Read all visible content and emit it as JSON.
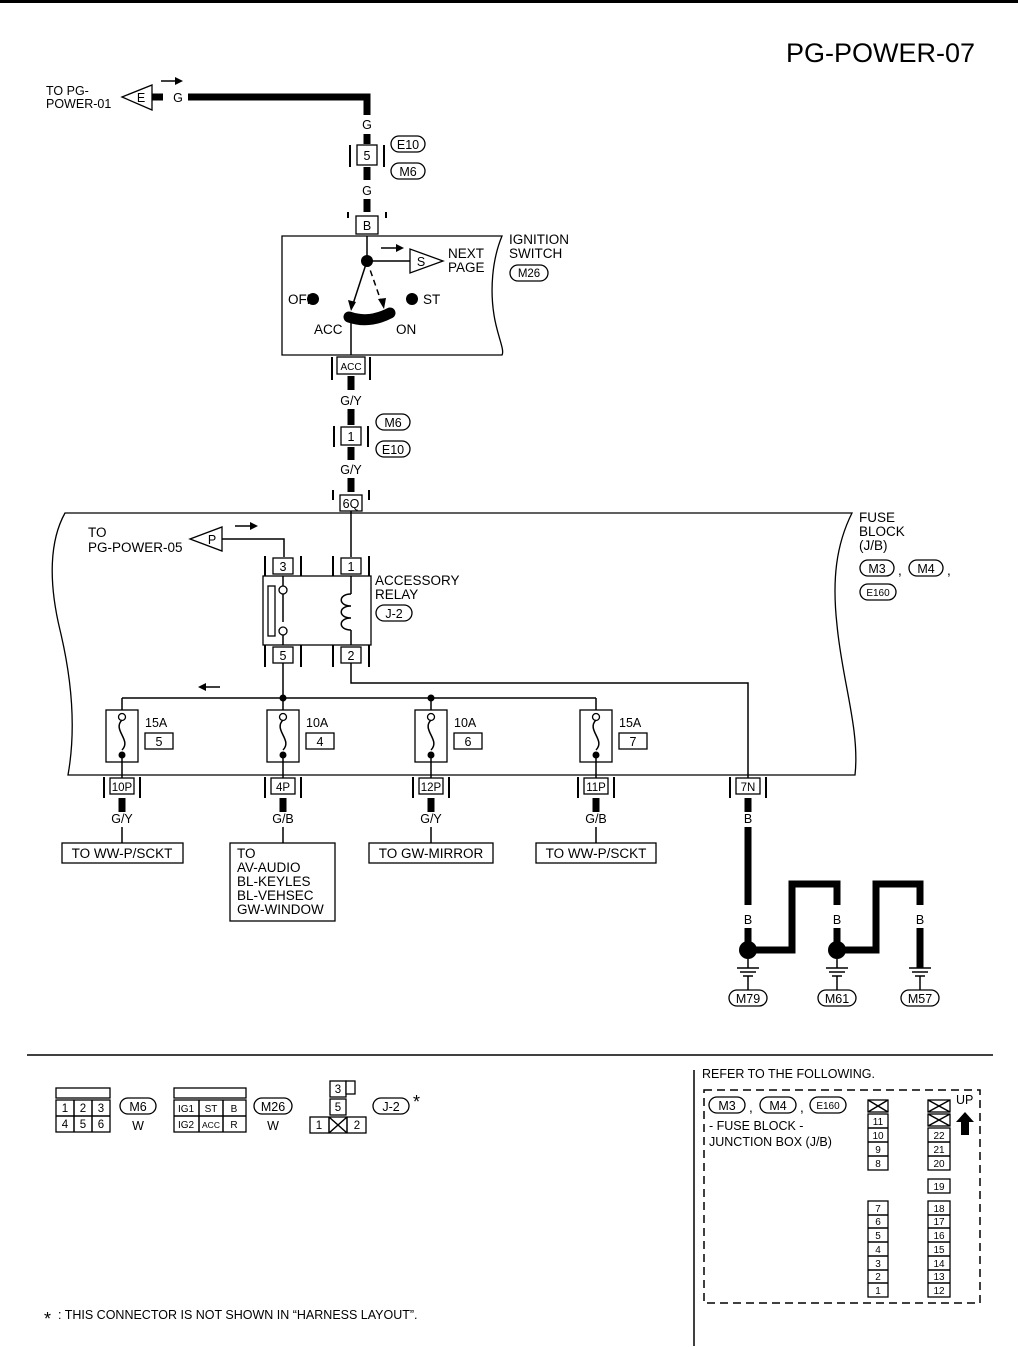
{
  "title": "PG-POWER-07",
  "top_ref": {
    "line1": "TO PG-",
    "line2": "POWER-01",
    "arrow_letter": "E",
    "wire": "G"
  },
  "conn1": {
    "pin": "5",
    "wire_top": "G",
    "wire_bottom": "G",
    "ids": [
      "E10",
      "M6"
    ]
  },
  "ignition": {
    "pin_top": "B",
    "pin_bottom": "ACC",
    "label1": "IGNITION",
    "label2": "SWITCH",
    "id": "M26",
    "next_letter": "S",
    "next1": "NEXT",
    "next2": "PAGE",
    "off": "OFF",
    "st": "ST",
    "acc": "ACC",
    "on": "ON"
  },
  "conn2": {
    "pin": "1",
    "wire_top": "G/Y",
    "wire_bottom": "G/Y",
    "ids": [
      "M6",
      "E10"
    ]
  },
  "fuse_block": {
    "label1": "FUSE",
    "label2": "BLOCK",
    "label3": "(J/B)",
    "ids": [
      "M3",
      "M4",
      "E160"
    ],
    "pin_top": "6Q",
    "to_ref1": "TO",
    "to_ref2": "PG-POWER-05",
    "to_letter": "P"
  },
  "relay": {
    "label1": "ACCESSORY",
    "label2": "RELAY",
    "id": "J-2",
    "pins": [
      "3",
      "1",
      "5",
      "2"
    ]
  },
  "fuses": [
    {
      "amp": "15A",
      "num": "5",
      "conn": "10P",
      "wire": "G/Y",
      "dest": [
        "TO WW-P/SCKT"
      ]
    },
    {
      "amp": "10A",
      "num": "4",
      "conn": "4P",
      "wire": "G/B",
      "dest": [
        "TO",
        "AV-AUDIO",
        "BL-KEYLES",
        "BL-VEHSEC",
        "GW-WINDOW"
      ]
    },
    {
      "amp": "10A",
      "num": "6",
      "conn": "12P",
      "wire": "G/Y",
      "dest": [
        "TO GW-MIRROR"
      ]
    },
    {
      "amp": "15A",
      "num": "7",
      "conn": "11P",
      "wire": "G/B",
      "dest": [
        "TO WW-P/SCKT"
      ]
    }
  ],
  "ground": {
    "conn": "7N",
    "wire": "B",
    "wire_labels": [
      "B",
      "B",
      "B",
      "B",
      "B"
    ],
    "ids": [
      "M79",
      "M61",
      "M57"
    ]
  },
  "bottom": {
    "m6": {
      "id": "M6",
      "color": "W",
      "pins": [
        "1",
        "2",
        "3",
        "4",
        "5",
        "6"
      ]
    },
    "m26": {
      "id": "M26",
      "color": "W",
      "pins": [
        "IG1",
        "ST",
        "B",
        "IG2",
        "ACC",
        "R"
      ]
    },
    "j2": {
      "id": "J-2",
      "pins": [
        "3",
        "5",
        "1",
        "2"
      ]
    },
    "asterisk": "*",
    "note": ": THIS CONNECTOR IS NOT SHOWN IN “HARNESS LAYOUT”.",
    "refer": "REFER TO THE FOLLOWING.",
    "refer_ids": [
      "M3",
      "M4",
      "E160"
    ],
    "refer_text1": "- FUSE BLOCK -",
    "refer_text2": "JUNCTION BOX (J/B)",
    "up": "UP",
    "left_col_top": [
      "11",
      "10",
      "9",
      "8"
    ],
    "left_col_bottom": [
      "7",
      "6",
      "5",
      "4",
      "3",
      "2",
      "1"
    ],
    "right_col_top": [
      "22",
      "21",
      "20"
    ],
    "right_col_mid": [
      "19"
    ],
    "right_col_bottom": [
      "18",
      "17",
      "16",
      "15",
      "14",
      "13",
      "12"
    ]
  }
}
